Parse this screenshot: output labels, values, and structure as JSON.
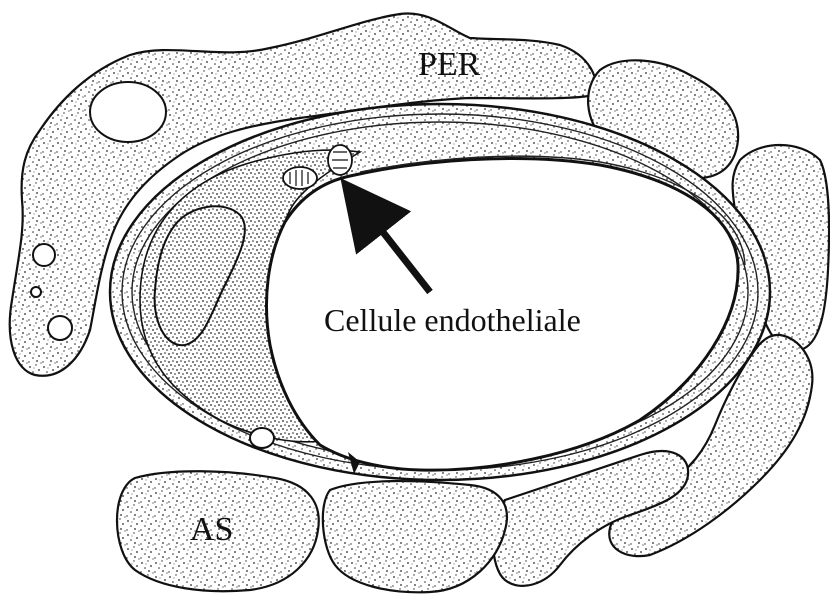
{
  "labels": {
    "per": "PER",
    "as": "AS",
    "endothelial": "Cellule endotheliale"
  },
  "colors": {
    "ink": "#111111",
    "paper": "#ffffff",
    "stipple": "#2a2a2a"
  }
}
